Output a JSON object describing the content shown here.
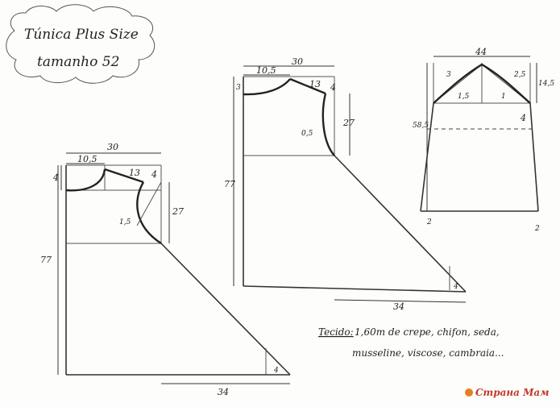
{
  "title": {
    "line1": "Túnica Plus Size",
    "line2": "tamanho 52"
  },
  "front_pattern": {
    "width_label": "30",
    "neck_width_label": "10,5",
    "neck_depth_label": "4",
    "shoulder_label": "13",
    "shoulder_drop_label": "4",
    "armhole_depth_label": "27",
    "curve_label": "1,5",
    "length_label": "77",
    "hem_label": "34",
    "corner_label": "4"
  },
  "back_pattern": {
    "width_label": "30",
    "neck_width_label": "10,5",
    "neck_depth_label": "3",
    "shoulder_label": "13",
    "shoulder_drop_label": "4",
    "armhole_depth_label": "27",
    "curve_label": "0,5",
    "length_label": "77",
    "hem_label": "34",
    "corner_label": "4"
  },
  "sleeve_pattern": {
    "width_label": "44",
    "cap_left_label": "3",
    "cap_right_label": "2,5",
    "cap_height_label": "14,5",
    "inner_left_label": "1,5",
    "inner_right_label": "1",
    "length_label": "58,5",
    "side_label": "4",
    "hem_left_label": "2",
    "hem_right_label": "2"
  },
  "fabric_note": {
    "label": "Tecido:",
    "line1": "1,60m de crepe, chifon, seda,",
    "line2": "musseline, viscose, cambraia..."
  },
  "watermark": "Страна Мам"
}
